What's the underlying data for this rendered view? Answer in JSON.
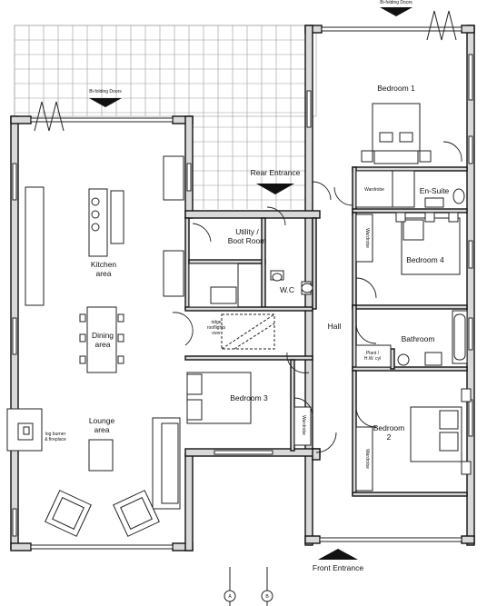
{
  "labels": {
    "bifold_top": "Bi-folding Doors",
    "bifold_left": "Bi-folding Doors",
    "bedroom1": "Bedroom 1",
    "rear_entrance": "Rear Entrance",
    "en_suite": "En-Suite",
    "wardrobe1": "Wardrobe",
    "utility_l1": "Utility /",
    "utility_l2": "Boot Room",
    "kitchen_l1": "Kitchen",
    "kitchen_l2": "area",
    "wardrobe4": "Wardrobe",
    "bedroom4": "Bedroom 4",
    "wc": "W.C",
    "rooflight_l1": "ridge",
    "rooflight_l2": "rooflights",
    "rooflight_l3": "over",
    "dining_l1": "Dining",
    "dining_l2": "area",
    "hall": "Hall",
    "bathroom": "Bathroom",
    "plant_l1": "Plant /",
    "plant_l2": "H.W. cyl",
    "bedroom3": "Bedroom 3",
    "wardrobe3": "Wardrobe",
    "bedroom2_l1": "Bedroom",
    "bedroom2_l2": "2",
    "wardrobe2": "Wardrobe",
    "lounge_l1": "Lounge",
    "lounge_l2": "area",
    "burner_l1": "log burner",
    "burner_l2": "& fireplace",
    "front_entrance": "Front Entrance",
    "section_a": "A",
    "section_b": "B"
  },
  "colors": {
    "wall_fill": "#d9d9d9",
    "line": "#111111",
    "paper": "#ffffff"
  }
}
